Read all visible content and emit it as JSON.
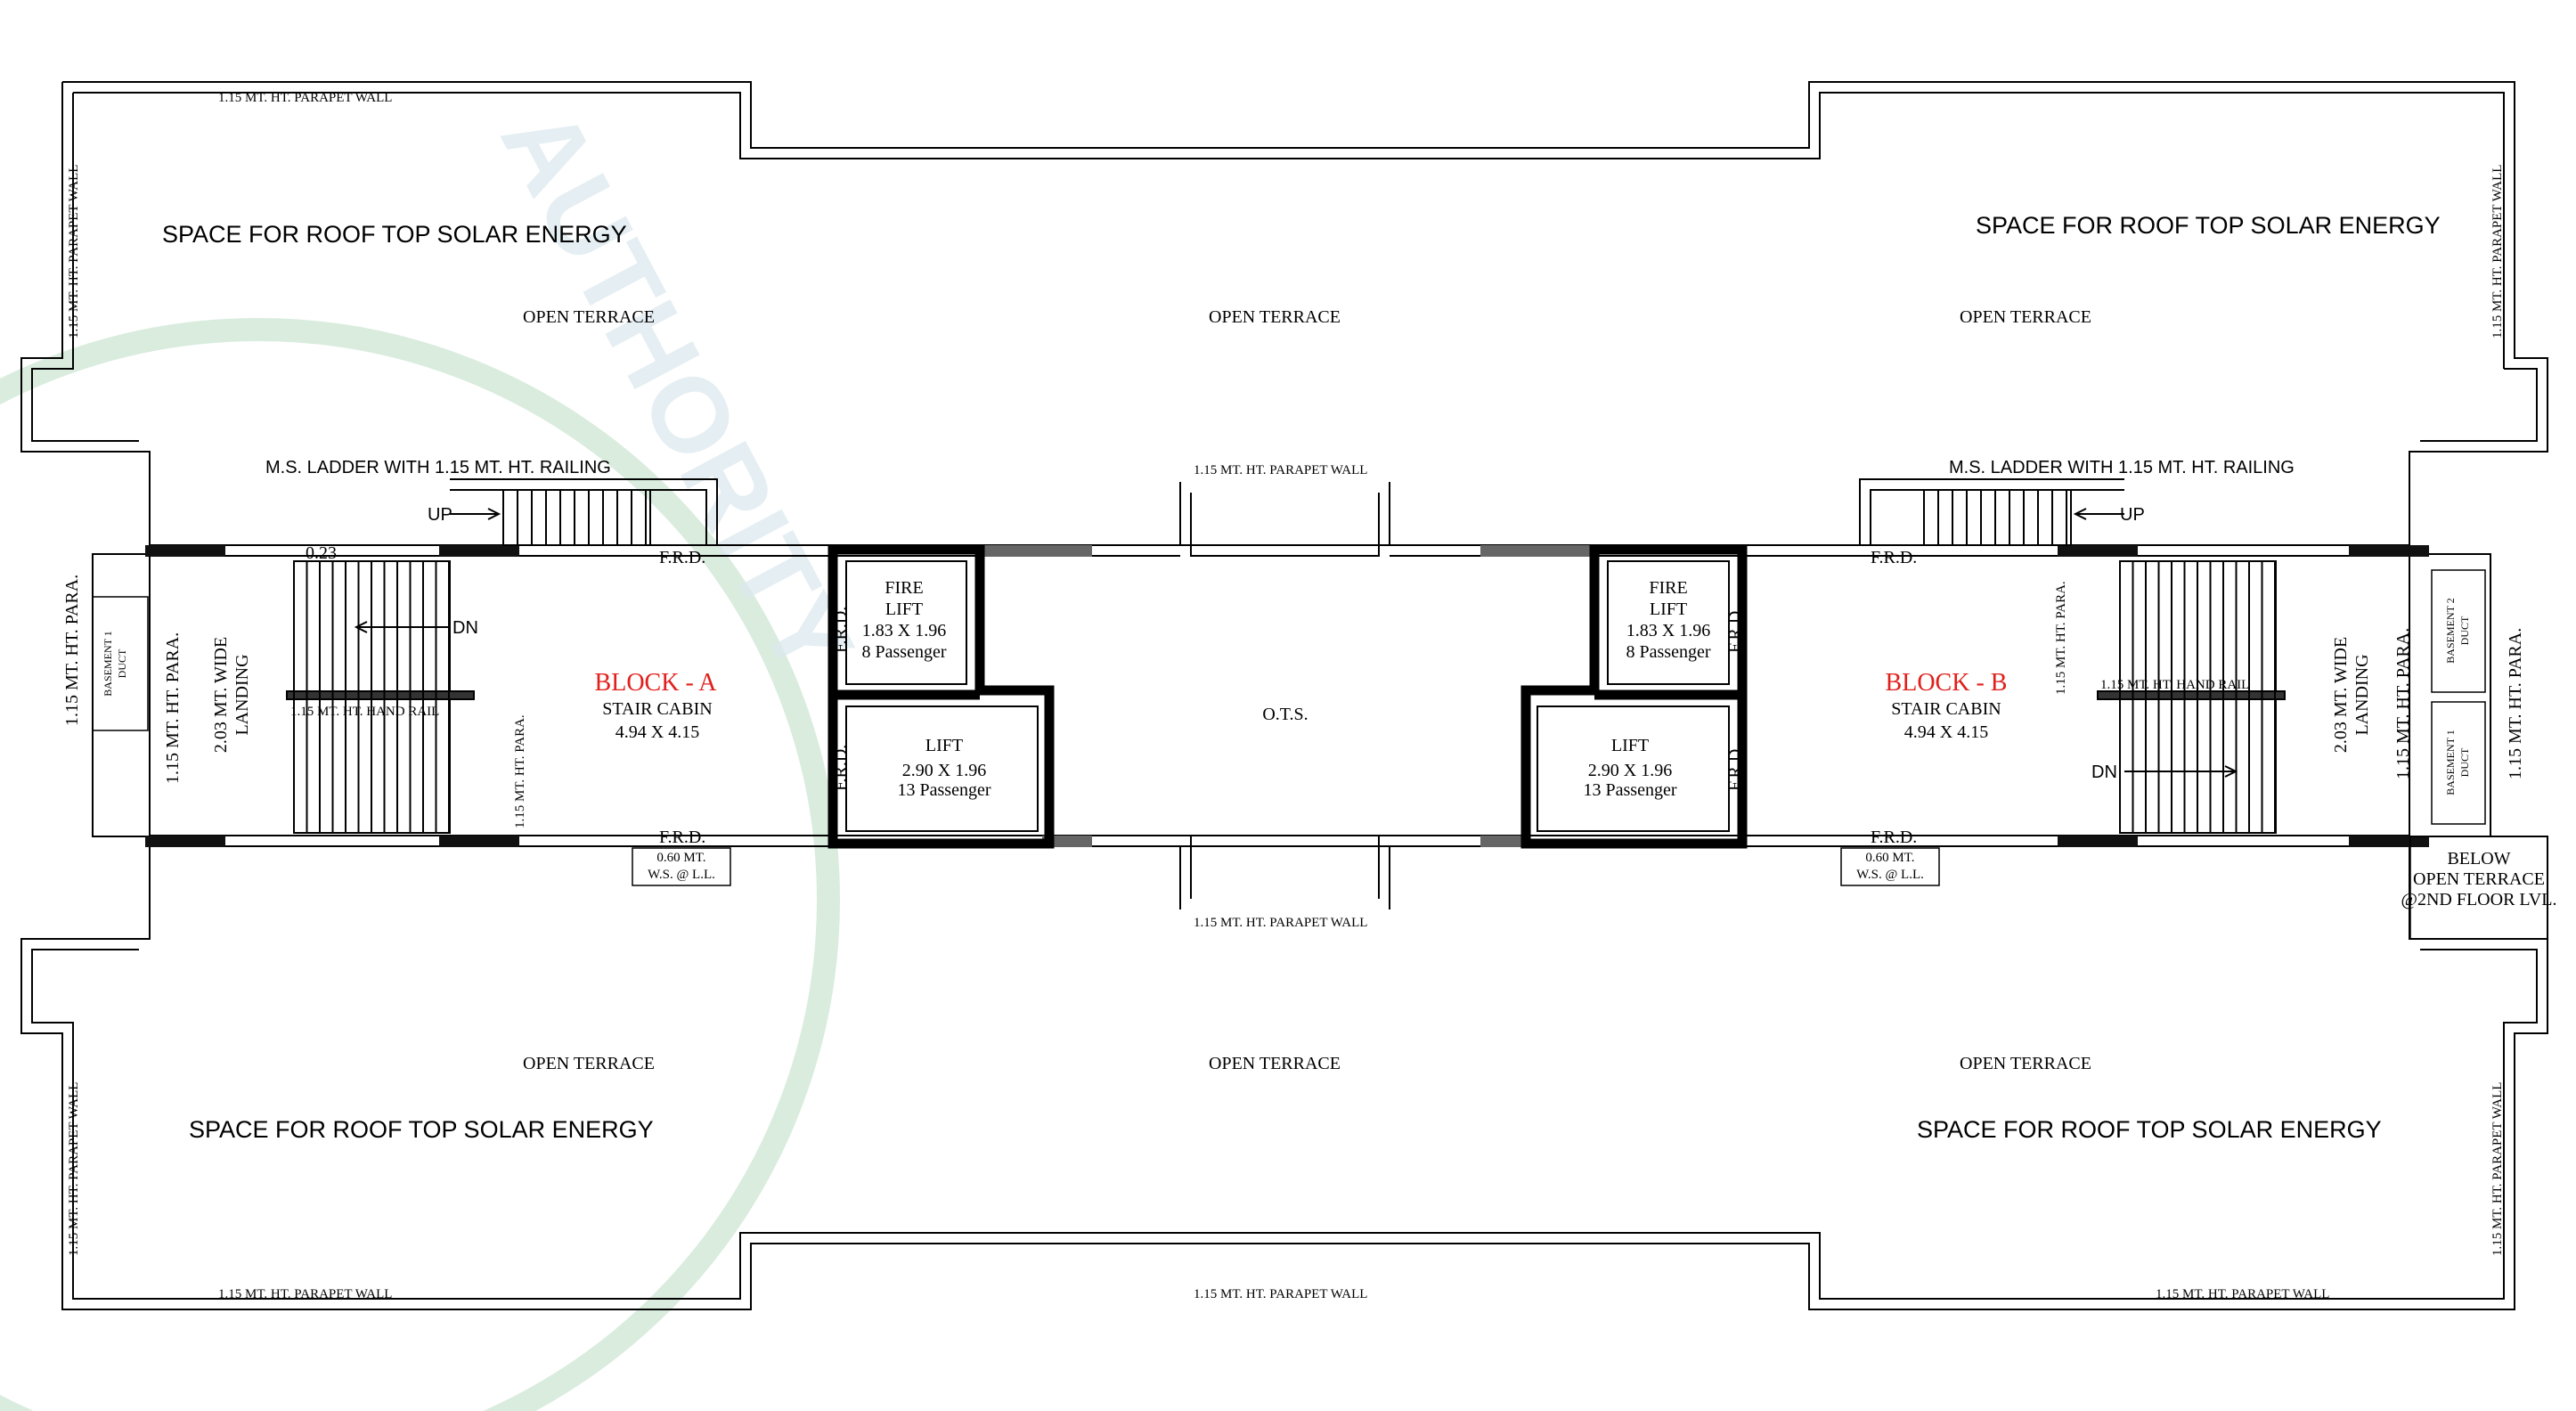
{
  "parapet_wall": "1.15 MT. HT. PARAPET WALL",
  "parapet_para": "1.15 MT. HT. PARA.",
  "solar_space": "SPACE FOR ROOF TOP SOLAR ENERGY",
  "open_terrace": "OPEN TERRACE",
  "ms_ladder": "M.S. LADDER WITH 1.15 MT. HT. RAILING",
  "up": "UP",
  "dn": "DN",
  "frd": "F.R.D.",
  "dim_023": "0.23",
  "hand_rail": "1.15 MT. HT. HAND RAIL",
  "landing": [
    "2.03 MT. WIDE",
    "LANDING"
  ],
  "ws": [
    "0.60 MT.",
    "W.S. @ L.L."
  ],
  "ots": "O.T.S.",
  "block_a": {
    "name": "BLOCK - A",
    "cabin": "STAIR CABIN",
    "size": "4.94 X 4.15"
  },
  "block_b": {
    "name": "BLOCK - B",
    "cabin": "STAIR CABIN",
    "size": "4.94 X 4.15"
  },
  "fire_lift": {
    "title": [
      "FIRE",
      "LIFT"
    ],
    "size": "1.83 X 1.96",
    "capacity": "8 Passenger"
  },
  "lift": {
    "title": "LIFT",
    "size": "2.90 X 1.96",
    "capacity": "13 Passenger"
  },
  "duct_1": [
    "BASEMENT 1",
    "DUCT"
  ],
  "duct_2": [
    "BASEMENT 2",
    "DUCT"
  ],
  "below_terrace": [
    "BELOW",
    "OPEN TERRACE",
    "@2ND FLOOR LVL."
  ],
  "watermark": "AUTHORITY",
  "colors": {
    "line": "#000000",
    "block_label": "#e0201c",
    "watermark": "#d9ecde"
  }
}
